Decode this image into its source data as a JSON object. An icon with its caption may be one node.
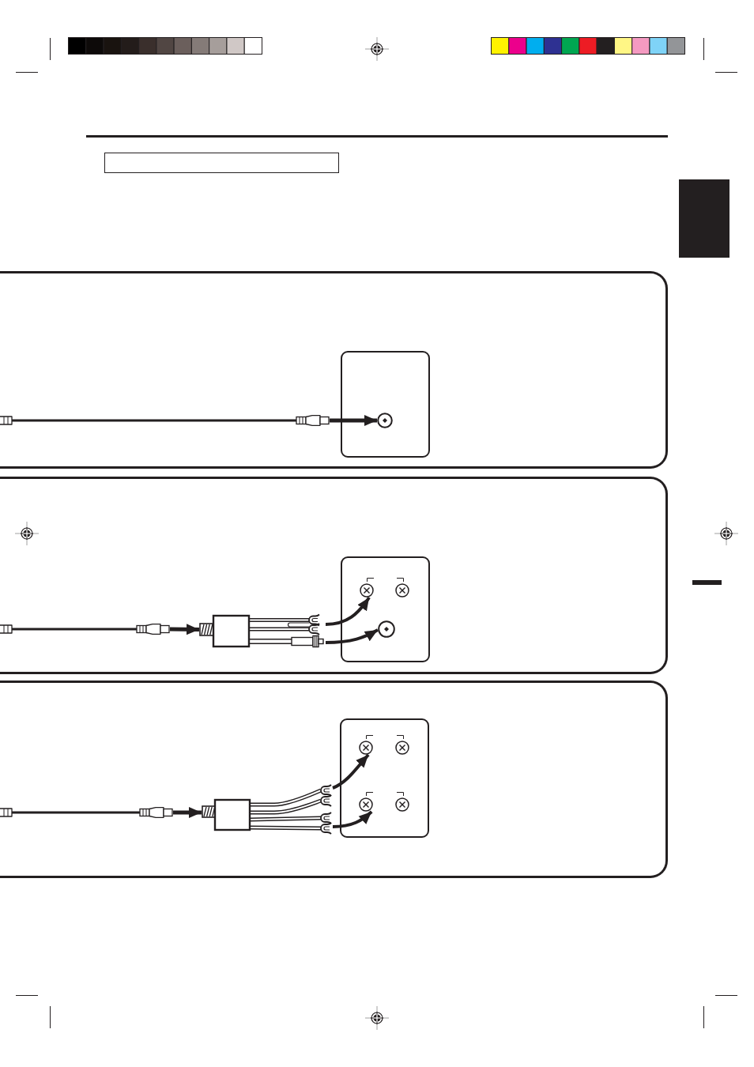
{
  "diagram": {
    "nodes": [
      {
        "text": [],
        "shape": "box"
      },
      {
        "text": [],
        "shape": "box"
      },
      {
        "text": [],
        "shape": "picture",
        "in": 1
      },
      {
        "text": [],
        "shape": "box",
        "in": 1
      },
      {
        "text": [],
        "shape": "circle",
        "in": 3
      },
      {
        "text": [],
        "shape": "box"
      },
      {
        "text": [],
        "shape": "picture",
        "in": 5
      },
      {
        "text": [],
        "shape": "picture",
        "in": 5
      },
      {
        "text": [],
        "shape": "box",
        "in": 5
      },
      {
        "text": [],
        "shape": "circle",
        "in": 8
      },
      {
        "text": [],
        "shape": "circle",
        "in": 8
      },
      {
        "text": [],
        "shape": "circle",
        "in": 8
      },
      {
        "text": [],
        "shape": "box"
      },
      {
        "text": [],
        "shape": "picture",
        "in": 12
      },
      {
        "text": [],
        "shape": "picture",
        "in": 12
      },
      {
        "text": [],
        "shape": "box",
        "in": 12
      },
      {
        "text": [],
        "shape": "circle",
        "in": 15
      },
      {
        "text": [],
        "shape": "circle",
        "in": 15
      },
      {
        "text": [],
        "shape": "circle",
        "in": 15
      },
      {
        "text": [],
        "shape": "circle",
        "in": 15
      }
    ],
    "edges": [
      {
        "from": 2,
        "to": 4,
        "arrow": "to"
      },
      {
        "from": 6,
        "to": 7,
        "arrow": "to"
      },
      {
        "from": 7,
        "to": 9,
        "arrow": "to"
      },
      {
        "from": 7,
        "to": 11,
        "arrow": "to"
      },
      {
        "from": 13,
        "to": 14,
        "arrow": "to"
      },
      {
        "from": 14,
        "to": 16,
        "arrow": "to"
      },
      {
        "from": 14,
        "to": 18,
        "arrow": "to"
      }
    ]
  }
}
